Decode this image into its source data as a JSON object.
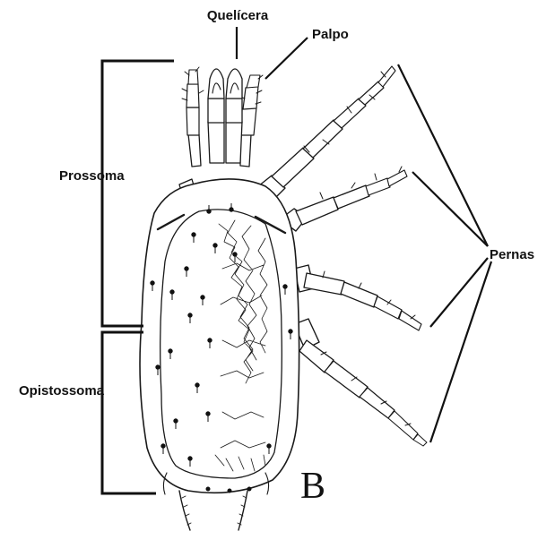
{
  "labels": {
    "chelicera": "Quelícera",
    "palp": "Palpo",
    "prosoma": "Prossoma",
    "opisthosoma": "Opistossoma",
    "legs": "Pernas",
    "figure_letter": "B"
  }
}
